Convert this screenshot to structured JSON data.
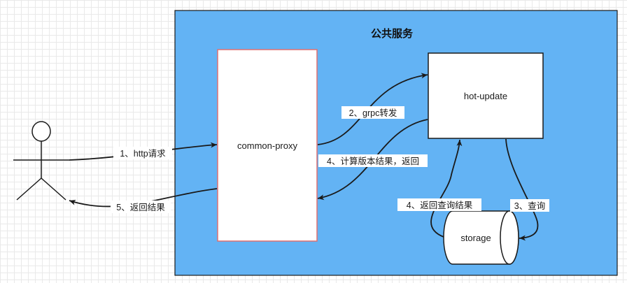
{
  "diagram": {
    "container_title": "公共服务",
    "nodes": {
      "common_proxy": "common-proxy",
      "hot_update": "hot-update",
      "storage": "storage"
    },
    "edges": {
      "e1": "1、http请求",
      "e2": "2、grpc转发",
      "e3": "3、查询",
      "e4a": "4、计算版本结果，返回",
      "e4b": "4、返回查询结果",
      "e5": "5、返回结果"
    }
  },
  "colors": {
    "container_fill": "#63b3f4",
    "proxy_border": "#e07070",
    "stroke": "#1a1a1a"
  }
}
